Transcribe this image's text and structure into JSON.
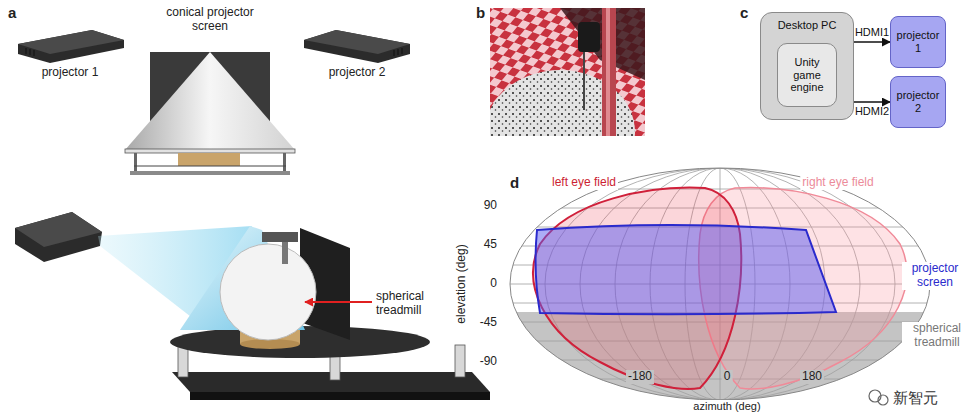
{
  "diagram": {
    "nodes": [
      {
        "text": [
          "Desktop PC"
        ]
      },
      {
        "text": [
          "Unity game engine"
        ],
        "in": 0
      },
      {
        "text": [
          "projector 1"
        ]
      },
      {
        "text": [
          "projector 2"
        ]
      }
    ],
    "edges": [
      {
        "from": 0,
        "to": 2,
        "label": "HDMI1",
        "arrow": "to"
      },
      {
        "from": 0,
        "to": 3,
        "label": "HDMI2",
        "arrow": "to"
      }
    ],
    "labels": [
      "a",
      "conical projector screen",
      "projector 1",
      "projector 2",
      "spherical treadmill",
      "b",
      "c",
      "d",
      "left eye field",
      "right eye field",
      "90",
      "45",
      "0",
      "-45",
      "-90",
      "elevation (deg)",
      "-180",
      "0",
      "180",
      "azimuth (deg)",
      "projector screen",
      "spherical treadmill",
      "新智元"
    ]
  }
}
